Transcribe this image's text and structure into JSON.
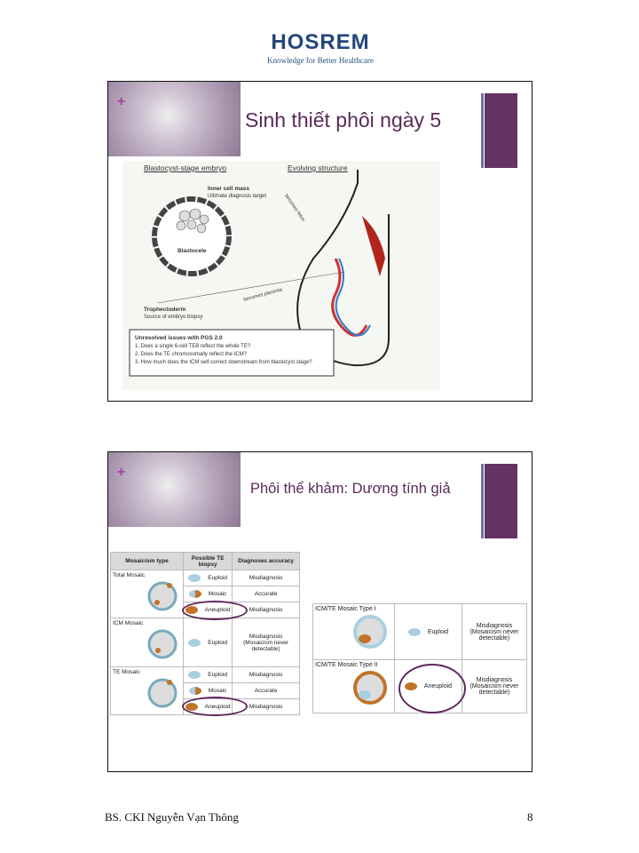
{
  "logo": {
    "name": "HOSREM",
    "tagline": "Knowledge for Better Healthcare"
  },
  "slide1": {
    "title": "Sinh thiết phôi ngày 5",
    "figure": {
      "left_heading": "Blastocyst-stage embryo",
      "right_heading": "Evolving structure",
      "icm_label": "Inner cell mass",
      "icm_sub": "Ultimate diagnosis target",
      "blastocele": "Blastocele",
      "te_label": "Trophectoderm",
      "te_sub": "Source of embryo biopsy",
      "becomes_fetus": "becomes fetus",
      "becomes_placenta": "becomes placenta",
      "issues_title": "Unresolved issues with PGS 2.0",
      "issues": [
        "1. Does a single 6-cell TEB reflect the whole TE?",
        "2. Does the TE chromosomally reflect the ICM?",
        "3. How much does the ICM self-correct downstream from blastocyst stage?"
      ]
    }
  },
  "slide2": {
    "title": "Phôi thể khảm: Dương tính giả",
    "left_table": {
      "headers": [
        "Mosaicism type",
        "Possible TE biopsy",
        "Diagnoses accuracy"
      ],
      "groups": [
        {
          "type": "Total Mosaic",
          "rows": [
            [
              "Euploid",
              "Misdiagnosis"
            ],
            [
              "Mosaic",
              "Accurate"
            ],
            [
              "Aneuploid",
              "Misdiagnosis"
            ]
          ]
        },
        {
          "type": "ICM Mosaic",
          "rows": [
            [
              "Euploid",
              "Misdiagnosis (Mosaicism never detectable)"
            ]
          ]
        },
        {
          "type": "TE Mosaic",
          "rows": [
            [
              "Euploid",
              "Misdiagnosis"
            ],
            [
              "Mosaic",
              "Accurate"
            ],
            [
              "Aneuploid",
              "Misdiagnosis"
            ]
          ]
        }
      ]
    },
    "right_table": {
      "rows": [
        {
          "type": "ICM/TE Mosaic Type I",
          "biopsy": "Euploid",
          "accuracy": "Misdiagnosis (Mosaicism never detectable)"
        },
        {
          "type": "ICM/TE Mosaic Type II",
          "biopsy": "Aneuploid",
          "accuracy": "Misdiagnosis (Mosaicism never detectable)"
        }
      ]
    }
  },
  "footer": {
    "author": "BS. CKI Nguyễn Vạn Thông",
    "page": "8"
  },
  "colors": {
    "accent": "#643264",
    "euploid": "#a9cfe0",
    "aneuploid": "#c0742a"
  }
}
